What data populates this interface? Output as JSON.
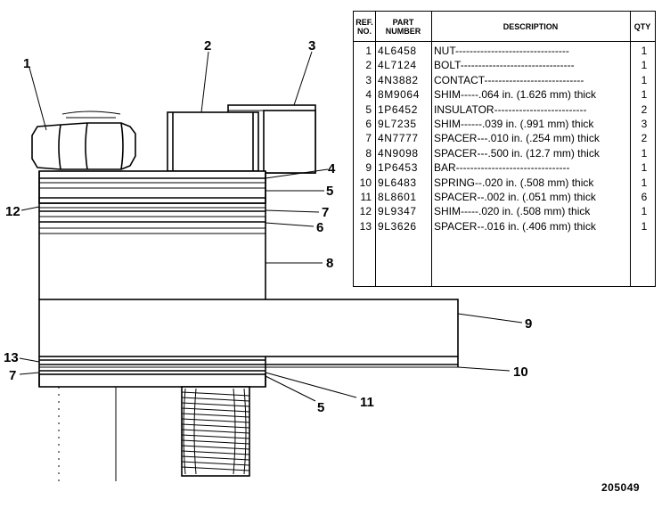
{
  "table": {
    "headers": {
      "ref_line1": "REF.",
      "ref_line2": "NO.",
      "part_line1": "PART",
      "part_line2": "NUMBER",
      "description": "DESCRIPTION",
      "qty": "QTY"
    },
    "rows": [
      {
        "ref": "1",
        "part": "4L6458",
        "desc": "NUT--------------------------------",
        "qty": "1"
      },
      {
        "ref": "2",
        "part": "4L7124",
        "desc": "BOLT--------------------------------",
        "qty": "1"
      },
      {
        "ref": "3",
        "part": "4N3882",
        "desc": "CONTACT----------------------------",
        "qty": "1"
      },
      {
        "ref": "4",
        "part": "8M9064",
        "desc": "SHIM-----.064 in. (1.626 mm) thick",
        "qty": "1"
      },
      {
        "ref": "5",
        "part": "1P6452",
        "desc": "INSULATOR--------------------------",
        "qty": "2"
      },
      {
        "ref": "6",
        "part": "9L7235",
        "desc": "SHIM------.039 in. (.991 mm) thick",
        "qty": "3"
      },
      {
        "ref": "7",
        "part": "4N7777",
        "desc": "SPACER---.010 in. (.254 mm) thick",
        "qty": "2"
      },
      {
        "ref": "8",
        "part": "4N9098",
        "desc": "SPACER---.500 in. (12.7 mm) thick",
        "qty": "1"
      },
      {
        "ref": "9",
        "part": "1P6453",
        "desc": "BAR--------------------------------",
        "qty": "1"
      },
      {
        "ref": "10",
        "part": "9L6483",
        "desc": "SPRING--.020 in. (.508 mm) thick",
        "qty": "1"
      },
      {
        "ref": "11",
        "part": "8L8601",
        "desc": "SPACER--.002 in. (.051 mm) thick",
        "qty": "6"
      },
      {
        "ref": "12",
        "part": "9L9347",
        "desc": "SHIM-----.020 in. (.508 mm) thick",
        "qty": "1"
      },
      {
        "ref": "13",
        "part": "9L3626",
        "desc": "SPACER--.016 in. (.406 mm) thick",
        "qty": "1"
      }
    ]
  },
  "callouts": {
    "c1": "1",
    "c2": "2",
    "c3": "3",
    "c4": "4",
    "c5a": "5",
    "c12": "12",
    "c7a": "7",
    "c6": "6",
    "c8": "8",
    "c9": "9",
    "c13": "13",
    "c7b": "7",
    "c10": "10",
    "c5b": "5",
    "c11": "11"
  },
  "figure_number": "205049"
}
